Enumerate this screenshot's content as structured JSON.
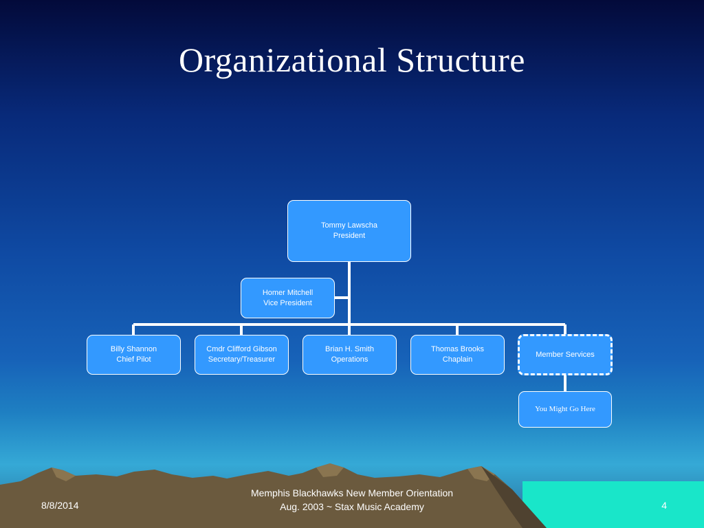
{
  "title": "Organizational Structure",
  "org": {
    "president": {
      "name": "Tommy Lawscha",
      "role": "President"
    },
    "vice_president": {
      "name": "Homer Mitchell",
      "role": "Vice President"
    },
    "chief_pilot": {
      "name": "Billy Shannon",
      "role": "Chief Pilot"
    },
    "secretary_treasurer": {
      "name": "Cmdr Clifford Gibson",
      "role": "Secretary/Treasurer"
    },
    "operations": {
      "name": "Brian H. Smith",
      "role": "Operations"
    },
    "chaplain": {
      "name": "Thomas Brooks",
      "role": "Chaplain"
    },
    "member_services": {
      "name": "Member Services"
    },
    "you_might_go_here": {
      "name": "You Might Go Here"
    }
  },
  "footer": {
    "date": "8/8/2014",
    "line1": "Memphis Blackhawks New Member Orientation",
    "line2": "Aug. 2003 ~ Stax Music Academy",
    "page": "4"
  },
  "colors": {
    "node_fill": "#3399ff",
    "node_border": "#ffffff",
    "connector": "#ffffff",
    "mountain": "#6b5a3e",
    "water": "#19e6c9"
  }
}
